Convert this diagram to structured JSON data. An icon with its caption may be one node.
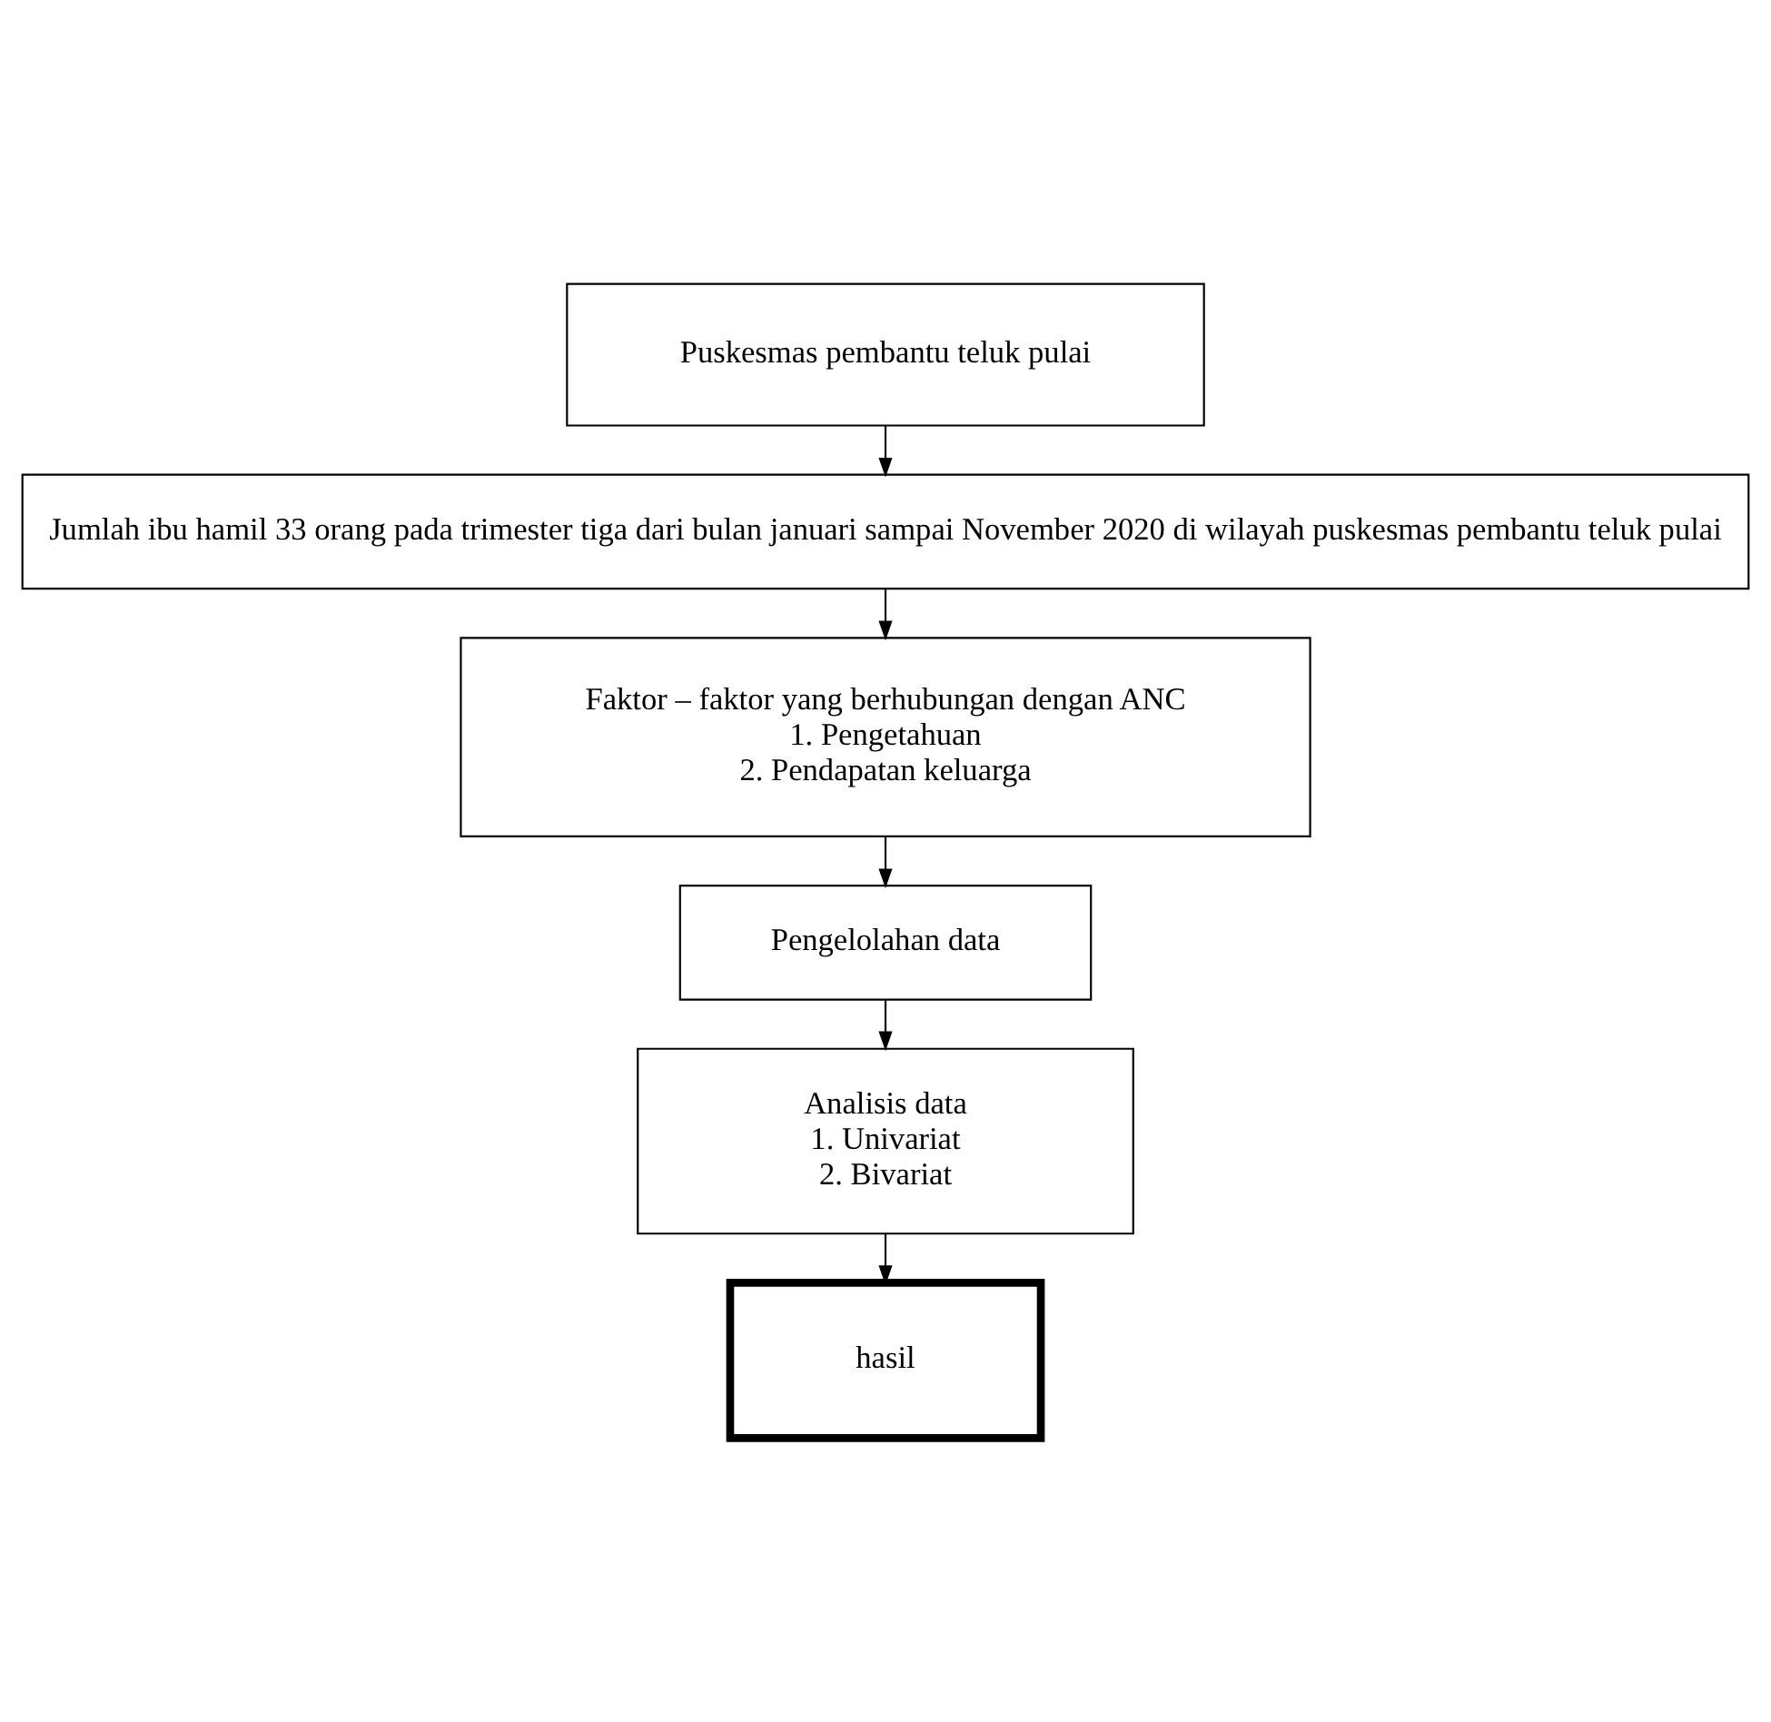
{
  "diagram": {
    "nodes": [
      {
        "text": [
          "Puskesmas pembantu teluk pulai"
        ]
      },
      {
        "text": [
          "Jumlah ibu hamil 33 orang pada trimester tiga dari bulan januari sampai November 2020 di wilayah puskesmas pembantu teluk pulai"
        ]
      },
      {
        "text": [
          "Faktor – faktor yang berhubungan dengan ANC",
          "1. Pengetahuan",
          "2. Pendapatan keluarga"
        ]
      },
      {
        "text": [
          "Pengelolahan data"
        ]
      },
      {
        "text": [
          "Analisis data",
          "1. Univariat",
          "2. Bivariat"
        ]
      },
      {
        "text": [
          "hasil"
        ]
      }
    ],
    "edges": [
      {
        "from": 0,
        "to": 1,
        "arrow": "to"
      },
      {
        "from": 1,
        "to": 2,
        "arrow": "to"
      },
      {
        "from": 2,
        "to": 3,
        "arrow": "to"
      },
      {
        "from": 3,
        "to": 4,
        "arrow": "to"
      },
      {
        "from": 4,
        "to": 5,
        "arrow": "to"
      }
    ]
  }
}
